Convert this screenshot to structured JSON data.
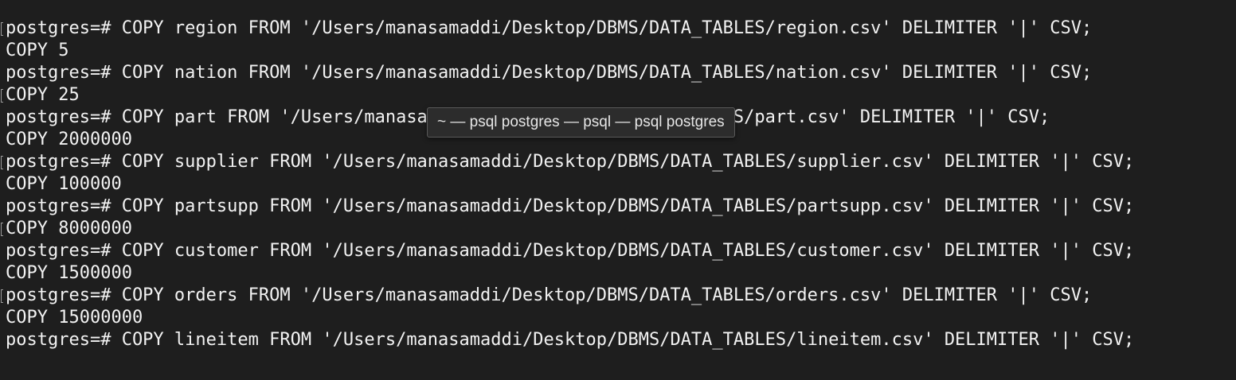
{
  "terminal": {
    "lines": [
      "postgres=# COPY region FROM '/Users/manasamaddi/Desktop/DBMS/DATA_TABLES/region.csv' DELIMITER '|' CSV;",
      "COPY 5",
      "postgres=# COPY nation FROM '/Users/manasamaddi/Desktop/DBMS/DATA_TABLES/nation.csv' DELIMITER '|' CSV;",
      "COPY 25",
      "postgres=# COPY part FROM '/Users/manasamaddi/Desktop/DBMS/DATA_TABLES/part.csv' DELIMITER '|' CSV;",
      "COPY 2000000",
      "postgres=# COPY supplier FROM '/Users/manasamaddi/Desktop/DBMS/DATA_TABLES/supplier.csv' DELIMITER '|' CSV;",
      "COPY 100000",
      "postgres=# COPY partsupp FROM '/Users/manasamaddi/Desktop/DBMS/DATA_TABLES/partsupp.csv' DELIMITER '|' CSV;",
      "COPY 8000000",
      "postgres=# COPY customer FROM '/Users/manasamaddi/Desktop/DBMS/DATA_TABLES/customer.csv' DELIMITER '|' CSV;",
      "COPY 1500000",
      "postgres=# COPY orders FROM '/Users/manasamaddi/Desktop/DBMS/DATA_TABLES/orders.csv' DELIMITER '|' CSV;",
      "COPY 15000000",
      "postgres=# COPY lineitem FROM '/Users/manasamaddi/Desktop/DBMS/DATA_TABLES/lineitem.csv' DELIMITER '|' CSV;"
    ],
    "tooltip": "~ — psql postgres — psql — psql postgres"
  }
}
